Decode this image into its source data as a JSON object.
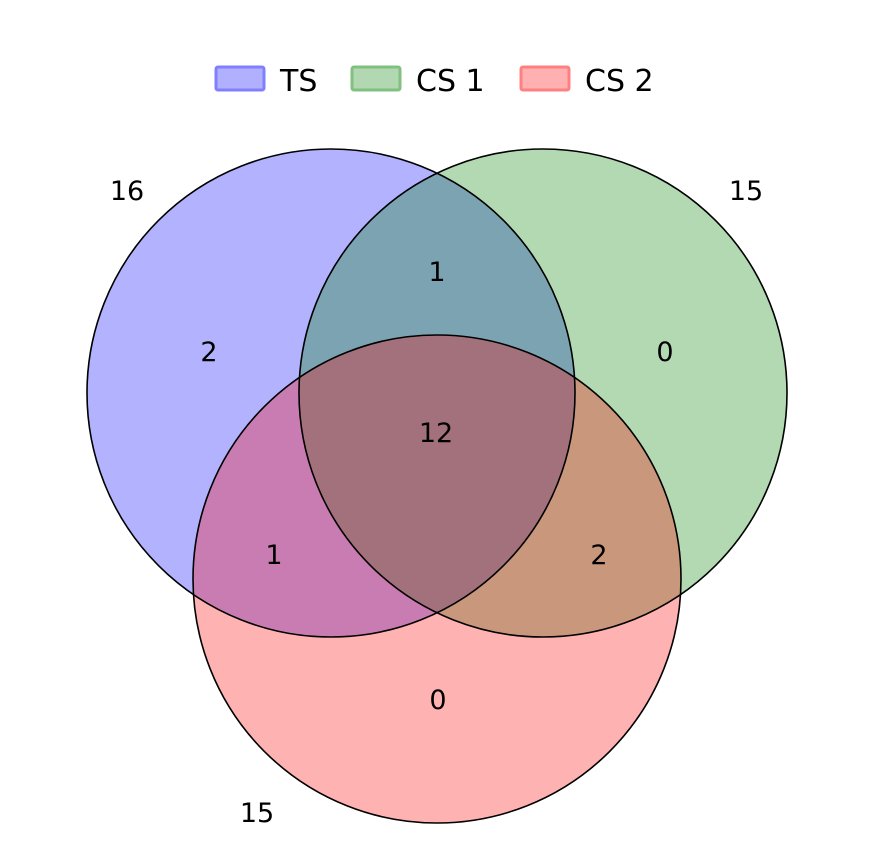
{
  "diagram": {
    "type": "venn3",
    "sets": [
      {
        "key": "a",
        "name": "TS",
        "total": "16",
        "color": "#0000ff"
      },
      {
        "key": "b",
        "name": "CS 1",
        "total": "15",
        "color": "#008000"
      },
      {
        "key": "c",
        "name": "CS 2",
        "total": "15",
        "color": "#ff0000"
      }
    ],
    "regions": {
      "a_only": "2",
      "b_only": "0",
      "c_only": "0",
      "ab_only": "1",
      "ac_only": "1",
      "bc_only": "2",
      "abc": "12"
    },
    "fill_opacity": 0.3,
    "outline_color": "#000000"
  }
}
